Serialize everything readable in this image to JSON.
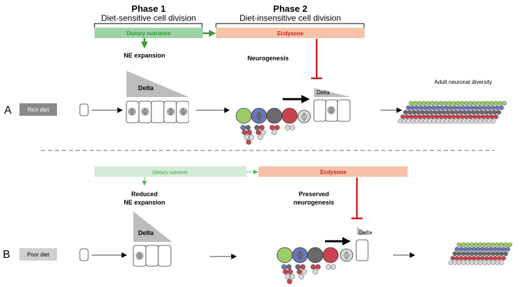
{
  "phase1": {
    "title": "Phase 1",
    "subtitle": "Diet-sensitive cell division"
  },
  "phase2": {
    "title": "Phase 2",
    "subtitle": "Diet-insensitive cell division"
  },
  "panel_a": {
    "letter": "A",
    "diet_label": "Rich diet",
    "nutrients_label": "Dietary nutrients",
    "ecdysone_label": "Ecdysone",
    "ne_label": "NE expansion",
    "neurogenesis_label": "Neurogenesis",
    "delta_big": "Delta",
    "delta_small": "Delta",
    "adult_label": "Adult neuronal diversity"
  },
  "panel_b": {
    "letter": "B",
    "diet_label": "Poor diet",
    "nutrients_label": "Dietary nutrients",
    "ecdysone_label": "Ecdysone",
    "ne_label_1": "Reduced",
    "ne_label_2": "NE expansion",
    "neurogenesis_label_1": "Preserved",
    "neurogenesis_label_2": "neurogenesis",
    "delta_big": "Delta",
    "delta_small": "Delta"
  },
  "colors": {
    "nutrients_rich": "#9ed3a6",
    "nutrients_poor": "#d3ecd7",
    "nutrients_text": "#2f9a35",
    "ecdysone_box": "#f6c2a9",
    "ecdysone_text": "#c0241f",
    "inhibit": "#c0241f",
    "green": "#9ccc68",
    "blue": "#6b76b8",
    "dark_grey": "#6a6a6a",
    "red": "#c8434f",
    "light_grey": "#d9d9d9",
    "diet_rich_box": "#8a8a8a",
    "diet_poor_box": "#d0d0d0"
  },
  "icons": [
    "dna-cell-icon",
    "inhibition-arrow-icon"
  ]
}
